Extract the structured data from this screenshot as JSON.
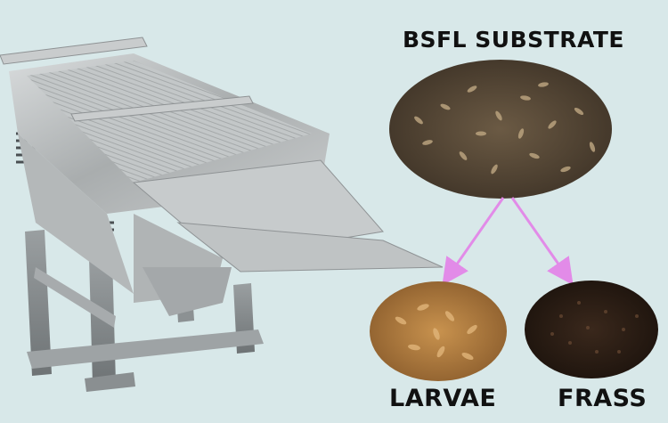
{
  "labels": {
    "substrate": "BSFL SUBSTRATE",
    "larvae": "LARVAE",
    "frass": "FRASS"
  },
  "colors": {
    "background": "#d8e8e9",
    "arrow": "#e28be8",
    "steel": "#b9bcbd",
    "substrate": "#5a4a36",
    "larvae": "#b07a3c",
    "frass": "#2a1c14"
  },
  "icons": {
    "machine": "linear-vibrating-screen-image",
    "substrate": "bsfl-substrate-photo",
    "larvae": "larvae-photo",
    "frass": "frass-photo"
  }
}
